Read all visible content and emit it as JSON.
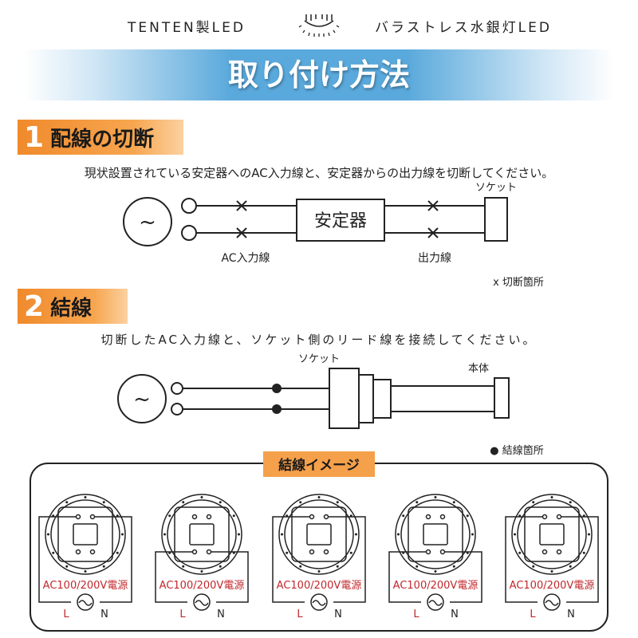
{
  "header": {
    "brand": "TENTEN製LED",
    "product": "バラストレス水銀灯LED",
    "icon": "led-bulb-icon"
  },
  "banner": {
    "title": "取り付け方法"
  },
  "step1": {
    "number": "1",
    "title": "配線の切断",
    "instruction": "現状設置されている安定器へのAC入力線と、安定器からの出力線を切断してください。",
    "ballast": "安定器",
    "socket": "ソケット",
    "ac_input": "AC入力線",
    "output": "出力線",
    "legend": "x 切断箇所"
  },
  "step2": {
    "number": "2",
    "title": "結線",
    "instruction": "切断したAC入力線と、ソケット側のリード線を接続してください。",
    "socket": "ソケット",
    "body": "本体",
    "legend": "● 結線箇所"
  },
  "image": {
    "title": "結線イメージ",
    "fixtures": [
      {
        "power": "AC100/200V電源",
        "l": "L",
        "n": "N",
        "wiring": "top"
      },
      {
        "power": "AC100/200V電源",
        "l": "L",
        "n": "N",
        "wiring": "bottom"
      },
      {
        "power": "AC100/200V電源",
        "l": "L",
        "n": "N",
        "wiring": "top"
      },
      {
        "power": "AC100/200V電源",
        "l": "L",
        "n": "N",
        "wiring": "bottom"
      },
      {
        "power": "AC100/200V電源",
        "l": "L",
        "n": "N",
        "wiring": "top"
      }
    ]
  },
  "colors": {
    "accent": "#f08a2c",
    "banner": "#5aa9dc",
    "power_text": "#c0282d"
  }
}
